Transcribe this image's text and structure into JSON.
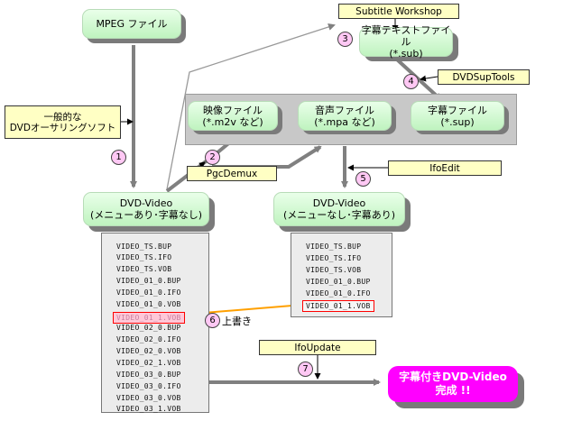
{
  "nodes": {
    "mpeg": {
      "line1": "MPEG ファイル"
    },
    "subfile_text": {
      "line1": "字幕テキストファイル",
      "line2": "(*.sub)"
    },
    "video_file": {
      "line1": "映像ファイル",
      "line2": "(*.m2v など)"
    },
    "audio_file": {
      "line1": "音声ファイル",
      "line2": "(*.mpa など)"
    },
    "sub_file": {
      "line1": "字幕ファイル",
      "line2": "(*.sup)"
    },
    "dvd_source": {
      "line1": "DVD-Video",
      "line2": "(メニューあり･字幕なし)"
    },
    "dvd_sub": {
      "line1": "DVD-Video",
      "line2": "(メニューなし･字幕あり)"
    },
    "final": {
      "line1": "字幕付きDVD-Video",
      "line2": "完成 !!"
    }
  },
  "tools": {
    "subtitle_workshop": "Subtitle Workshop",
    "dvd_authoring_line1": "一般的な",
    "dvd_authoring_line2": "DVDオーサリングソフト",
    "dvdsuptools": "DVDSupTools",
    "pgcdemux": "PgcDemux",
    "ifoedit": "IfoEdit",
    "ifoupdate": "IfoUpdate"
  },
  "steps": [
    "1",
    "2",
    "3",
    "4",
    "5",
    "6",
    "7"
  ],
  "overwrite_label": "上書き",
  "left_files": [
    "VIDEO_TS.BUP",
    "VIDEO_TS.IFO",
    "VIDEO_TS.VOB",
    "VIDEO_01_0.BUP",
    "VIDEO_01_0.IFO",
    "VIDEO_01_0.VOB",
    "VIDEO_01_1.VOB",
    "VIDEO_02_0.BUP",
    "VIDEO_02_0.IFO",
    "VIDEO_02_0.VOB",
    "VIDEO_02_1.VOB",
    "VIDEO_03_0.BUP",
    "VIDEO_03_0.IFO",
    "VIDEO_03_0.VOB",
    "VIDEO_03_1.VOB"
  ],
  "right_files": [
    "VIDEO_TS.BUP",
    "VIDEO_TS.IFO",
    "VIDEO_TS.VOB",
    "VIDEO_01_0.BUP",
    "VIDEO_01_0.IFO",
    "VIDEO_01_1.VOB"
  ],
  "colors": {
    "node_fill": "#bff3bf",
    "tool_fill": "#ffffc4",
    "step_fill": "#ffc8f4",
    "final_fill": "#ff00ff",
    "highlight_arrow": "#ffa000",
    "highlight_border": "#ff0000"
  }
}
